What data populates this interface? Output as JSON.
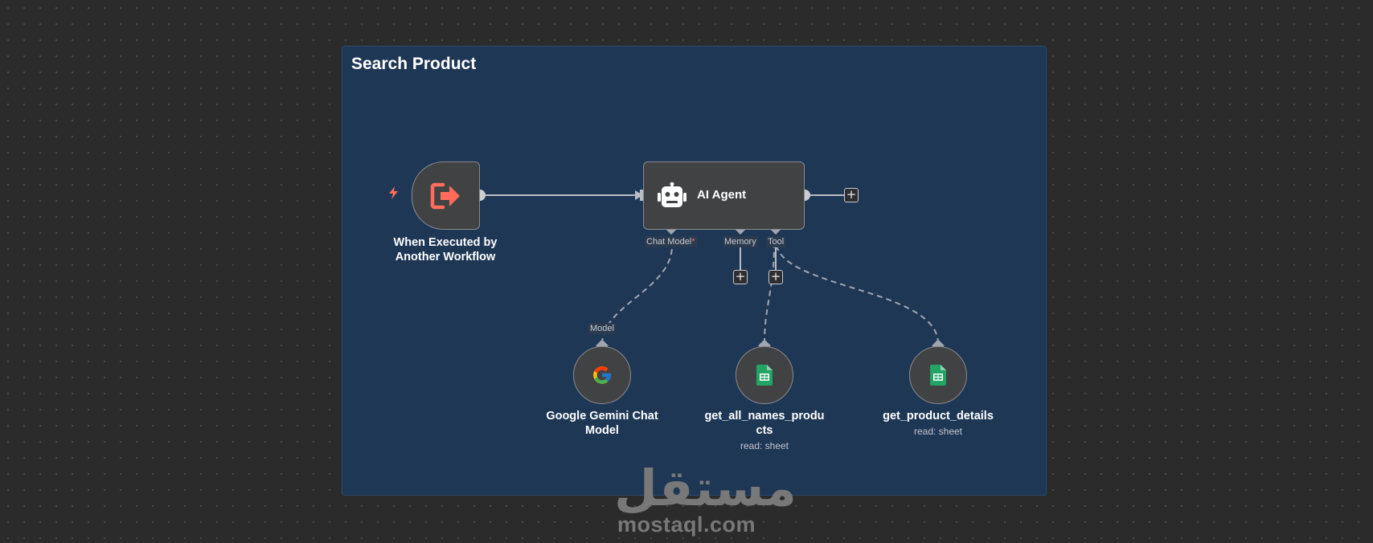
{
  "sticky": {
    "title": "Search Product"
  },
  "nodes": {
    "trigger": {
      "label": "When Executed by Another Workflow"
    },
    "agent": {
      "label": "AI Agent",
      "ports": {
        "chat_model": "Chat Model",
        "required_marker": "*",
        "memory": "Memory",
        "tool": "Tool"
      }
    },
    "gemini": {
      "label": "Google Gemini Chat Model",
      "port": "Model"
    },
    "get_all_names": {
      "label": "get_all_names_products",
      "subtitle": "read: sheet"
    },
    "get_details": {
      "label": "get_product_details",
      "subtitle": "read: sheet"
    }
  },
  "buttons": {
    "add_symbol": "+"
  },
  "watermark": {
    "arabic": "مستقل",
    "latin": "mostaql.com"
  },
  "colors": {
    "canvas": "#2b2b2b",
    "sticky": "#1e3755",
    "node": "#414244",
    "trigger_accent": "#ff6d5a",
    "sheets_green": "#21a464"
  },
  "icons": {
    "trigger": "sign-out-arrow-icon",
    "agent": "robot-icon",
    "gemini": "google-g-icon",
    "sheets": "google-sheets-icon",
    "bolt": "lightning-icon"
  }
}
